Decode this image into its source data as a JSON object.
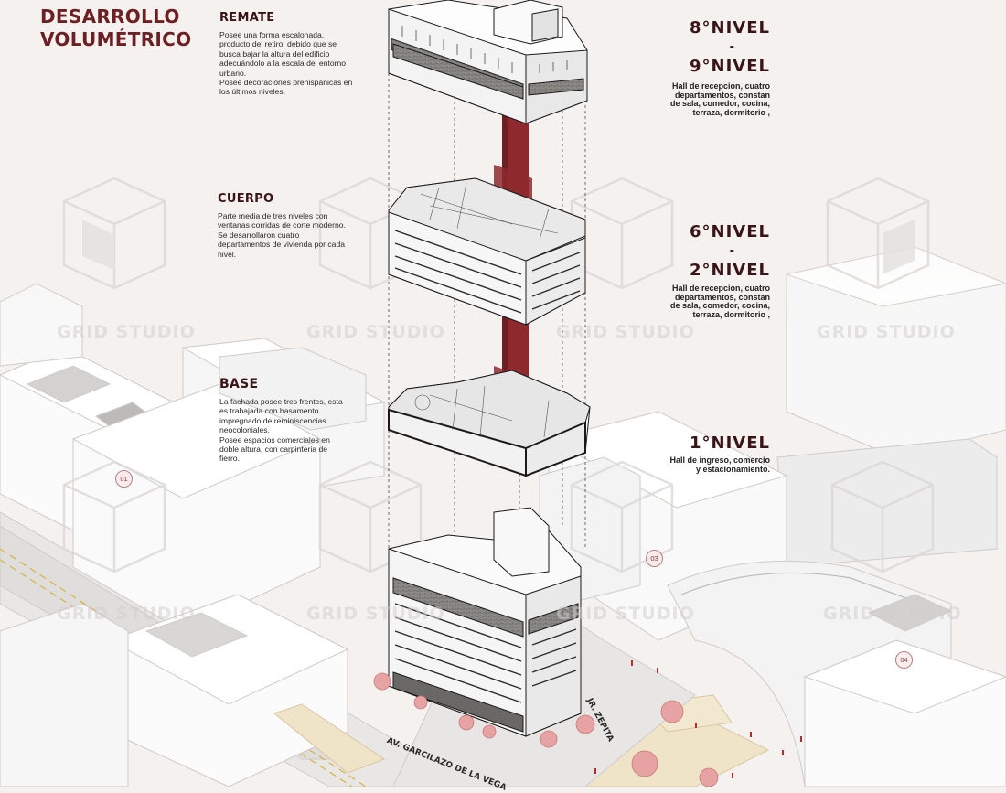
{
  "title_line1": "DESARROLLO",
  "title_line2": "VOLUMÉTRICO",
  "sections": {
    "remate": {
      "heading": "REMATE",
      "body": [
        "Posee una forma escalonada,",
        "producto del retiro, debido que se",
        "busca bajar la altura del edificio",
        "adecuándolo a la escala del entorno",
        "urbano.",
        "Posee decoraciones prehispánicas en",
        "los últimos niveles."
      ]
    },
    "cuerpo": {
      "heading": "CUERPO",
      "body": [
        "Parte media de tres niveles con",
        "ventanas corridas  de corte moderno.",
        "Se desarrollaron cuatro",
        "departamentos de vivienda por cada",
        "nivel."
      ]
    },
    "base": {
      "heading": "BASE",
      "body": [
        "La fachada posee tres frentes, esta",
        "es trabajada con basamento",
        "impregnado de reminiscencias",
        "neocoloniales.",
        "Posee espacios comerciales  en",
        "doble altura, con carpinteria de",
        "fierro."
      ]
    }
  },
  "levels": [
    {
      "top": "8°NIVEL",
      "dash": "-",
      "bottom": "9°NIVEL",
      "desc": [
        "Hall de recepcion, cuatro",
        "departamentos, constan",
        "de sala, comedor, cocina,",
        "terraza, dormitorio ,"
      ]
    },
    {
      "top": "6°NIVEL",
      "dash": "-",
      "bottom": "2°NIVEL",
      "desc": [
        "Hall de recepcion, cuatro",
        "departamentos,  constan",
        "de sala, comedor, cocina,",
        "terraza, dormitorio ,"
      ]
    },
    {
      "single": "1°NIVEL",
      "desc": [
        "Hall de ingreso, comercio",
        "y estacionamiento."
      ]
    }
  ],
  "watermark": "GRID STUDIO",
  "markers": [
    "01",
    "03",
    "04"
  ],
  "streets": {
    "garcilazo": "AV. GARCILAZO DE LA VEGA",
    "zepita": "JR. ZEPITA"
  },
  "colors": {
    "accent": "#6e1f24",
    "core": "#8e2a2e",
    "background": "#f4f1ef"
  }
}
